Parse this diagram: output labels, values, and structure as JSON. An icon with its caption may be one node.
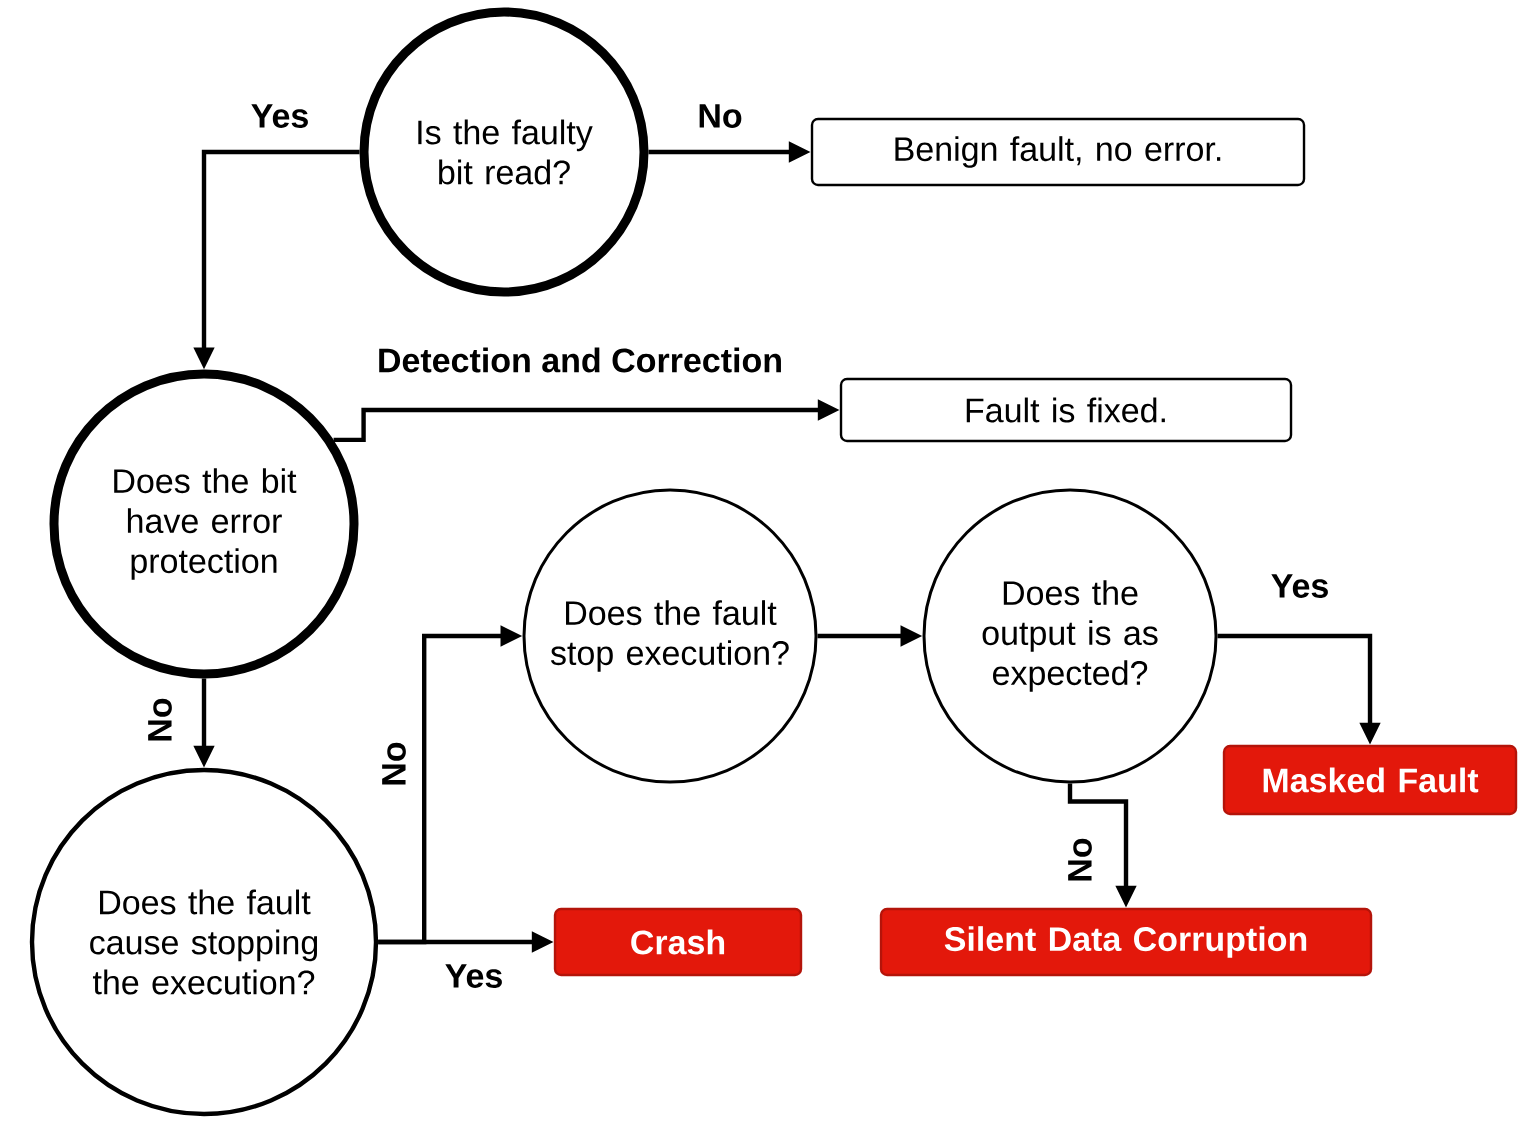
{
  "diagram": {
    "nodes": [
      {
        "text": [
          "Is the faulty bit read?"
        ]
      },
      {
        "text": [
          "Benign fault, no error."
        ]
      },
      {
        "text": [
          "Does the bit have error protection"
        ]
      },
      {
        "text": [
          "Fault is fixed."
        ]
      },
      {
        "text": [
          "Does the fault cause stopping the execution?"
        ]
      },
      {
        "text": [
          "Crash"
        ]
      },
      {
        "text": [
          "Does the fault stop execution?"
        ]
      },
      {
        "text": [
          "Does the output is as expected?"
        ]
      },
      {
        "text": [
          "Masked Fault"
        ]
      },
      {
        "text": [
          "Silent Data Corruption"
        ]
      }
    ],
    "edges": [
      {
        "from": 0,
        "to": 1,
        "arrow": "to",
        "label": "No"
      },
      {
        "from": 0,
        "to": 2,
        "arrow": "to",
        "label": "Yes"
      },
      {
        "from": 2,
        "to": 3,
        "arrow": "to",
        "label": "Detection and Correction"
      },
      {
        "from": 2,
        "to": 4,
        "arrow": "to",
        "label": "No"
      },
      {
        "from": 4,
        "to": 6,
        "arrow": "to",
        "label": "No"
      },
      {
        "from": 4,
        "to": 5,
        "arrow": "to",
        "label": "Yes"
      },
      {
        "from": 6,
        "to": 7,
        "arrow": "to"
      },
      {
        "from": 7,
        "to": 8,
        "arrow": "to",
        "label": "Yes"
      },
      {
        "from": 7,
        "to": 9,
        "arrow": "to",
        "label": "No"
      }
    ]
  }
}
